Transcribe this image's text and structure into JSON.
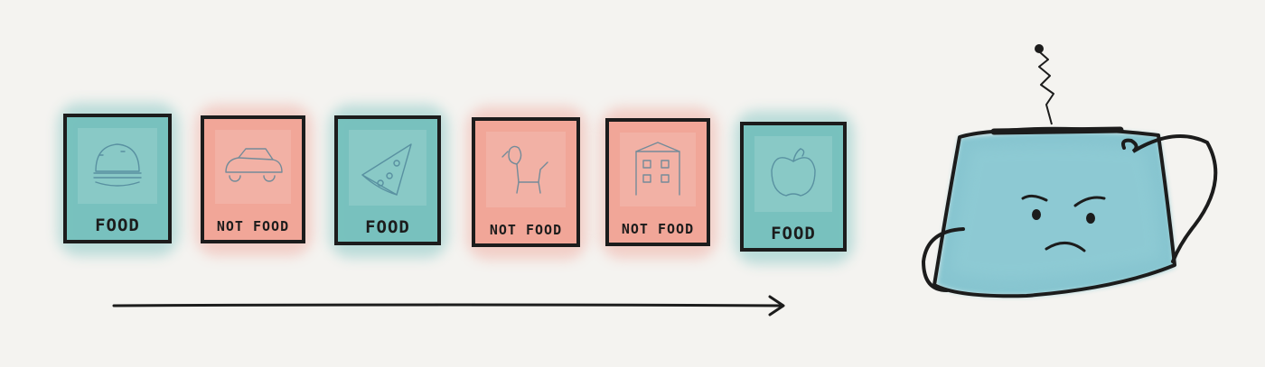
{
  "colors": {
    "background": "#f4f3f0",
    "food": "#74c0bd",
    "not_food": "#f0a396",
    "robot": "#7cc1cd",
    "ink": "#1c1c1c"
  },
  "cards": [
    {
      "label": "FOOD",
      "category": "food",
      "icon": "burger-icon"
    },
    {
      "label": "NOT FOOD",
      "category": "not_food",
      "icon": "car-icon"
    },
    {
      "label": "FOOD",
      "category": "food",
      "icon": "pizza-slice-icon"
    },
    {
      "label": "NOT FOOD",
      "category": "not_food",
      "icon": "dog-icon"
    },
    {
      "label": "NOT FOOD",
      "category": "not_food",
      "icon": "building-icon"
    },
    {
      "label": "FOOD",
      "category": "food",
      "icon": "apple-icon"
    }
  ],
  "arrow": {
    "icon": "arrow-right-icon"
  },
  "robot": {
    "icon": "robot-icon",
    "expression": "frowning"
  }
}
